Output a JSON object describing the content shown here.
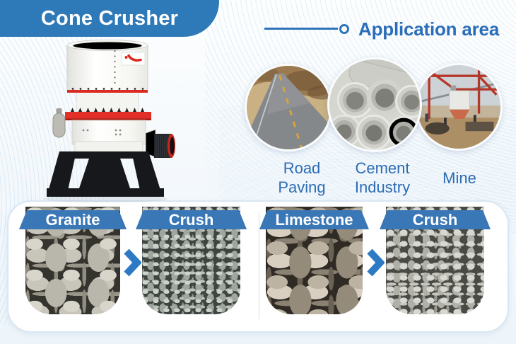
{
  "banner": {
    "title": "Cone Crusher"
  },
  "application": {
    "heading": "Application area",
    "items": [
      {
        "label": "Road Paving",
        "image": "road-paving-photo"
      },
      {
        "label": "Cement Industry",
        "image": "cement-pipes-photo"
      },
      {
        "label": "Mine",
        "image": "mine-site-photo"
      }
    ]
  },
  "process": {
    "tiles": [
      {
        "label": "Granite",
        "image": "granite-rocks-photo"
      },
      {
        "label": "Crush",
        "image": "crushed-stone-photo"
      },
      {
        "label": "Limestone",
        "image": "limestone-rocks-photo"
      },
      {
        "label": "Crush",
        "image": "crushed-stone-photo"
      }
    ],
    "arrow_icon": "chevron-right"
  },
  "icons": {
    "ring_bullet": "ring-bullet",
    "chevron_right": "❯"
  },
  "colors": {
    "banner_blue": "#2e79b7",
    "heading_blue": "#2a6db8",
    "label_blue": "#2d6cb3",
    "ribbon_blue": "#3a77b6",
    "chevron_blue": "#2e79c3",
    "machine_red": "#e23028",
    "card_border": "#d9e7f3"
  }
}
